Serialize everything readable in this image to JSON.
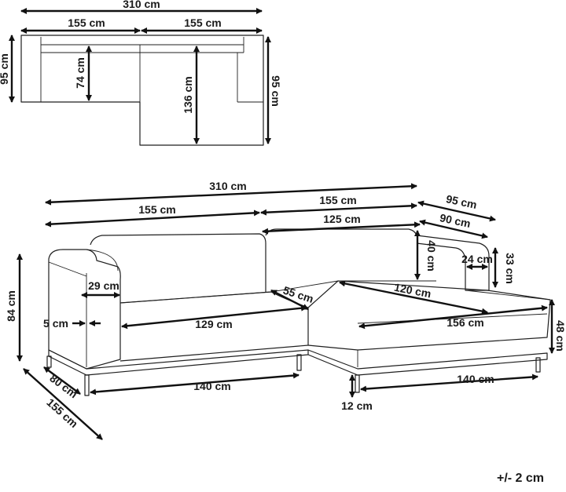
{
  "top_view": {
    "total_width": "310 cm",
    "left_width": "155 cm",
    "right_width": "155 cm",
    "depth_left": "95 cm",
    "depth_right": "95 cm",
    "seat_depth": "74 cm",
    "chaise_depth": "136 cm"
  },
  "front_view": {
    "total_width": "310 cm",
    "right_section": "155 cm",
    "left_section": "155 cm",
    "back_right": "125 cm",
    "chaise_depth_top": "95 cm",
    "chaise_arm_depth": "90 cm",
    "backrest_height": "40 cm",
    "arm_width": "24 cm",
    "arm_height": "33 cm",
    "arm_top_width": "29 cm",
    "seat_width": "129 cm",
    "chaise_seat_depth": "55 cm",
    "chaise_seat_length": "120 cm",
    "chaise_front_width": "156 cm",
    "chaise_height": "48 cm",
    "total_height": "84 cm",
    "arm_offset": "5 cm",
    "base_left": "140 cm",
    "base_right": "140 cm",
    "leg_height": "12 cm",
    "side_depth": "80 cm",
    "side_total": "155 cm"
  },
  "tolerance": "+/- 2 cm"
}
